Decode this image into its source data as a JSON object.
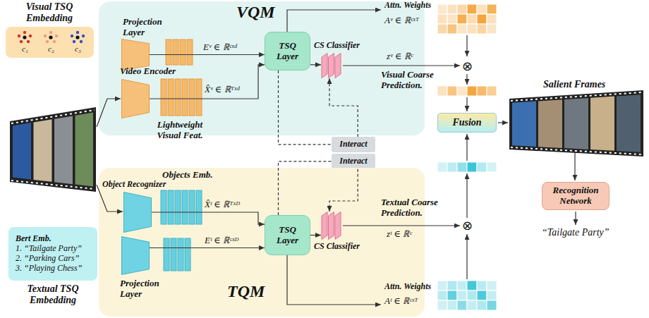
{
  "diagram": {
    "nodes": [
      {
        "text": [
          "VQM"
        ]
      },
      {
        "text": [
          "Visual TSQ Embedding"
        ]
      },
      {
        "text": [
          "Projection Layer"
        ],
        "in": 0
      },
      {
        "text": [
          "Video Encoder"
        ],
        "in": 0
      },
      {
        "text": [
          "TSQ Layer"
        ],
        "in": 0
      },
      {
        "text": [
          "CS Classifier"
        ],
        "in": 0
      },
      {
        "text": [
          "Interact"
        ]
      },
      {
        "text": [
          "Interact"
        ]
      },
      {
        "text": [
          "TQM"
        ]
      },
      {
        "text": [
          "Object Recognizer"
        ],
        "in": 8
      },
      {
        "text": [
          "Bert Emb.",
          "1. “Tailgate Party”",
          "2. “Parking Cars”",
          "3. “Playing Chess”",
          "Textual TSQ Embedding"
        ]
      },
      {
        "text": [
          "Projection Layer"
        ],
        "in": 8
      },
      {
        "text": [
          "TSQ Layer"
        ],
        "in": 8
      },
      {
        "text": [
          "CS Classifier"
        ],
        "in": 8
      },
      {
        "text": [
          "Fusion"
        ]
      },
      {
        "text": [
          "Recognition Network"
        ]
      }
    ],
    "edges": [
      {
        "from": 2,
        "to": 4,
        "arrow": "to",
        "label": "Eᵛ ∈ ℝᶜˣᵈ"
      },
      {
        "from": 3,
        "to": 4,
        "arrow": "to",
        "label": "X̂ᵛ ∈ ℝᵀˣᵈ"
      },
      {
        "from": 4,
        "to": 5,
        "arrow": "to"
      },
      {
        "from": 4,
        "to": 6,
        "arrow": "none"
      },
      {
        "from": 6,
        "to": 5,
        "arrow": "to"
      },
      {
        "from": 12,
        "to": 7,
        "arrow": "none"
      },
      {
        "from": 7,
        "to": 13,
        "arrow": "to"
      },
      {
        "from": 9,
        "to": 12,
        "arrow": "to",
        "label": "X̂ᵗ ∈ ℝᵀˣᴰ"
      },
      {
        "from": 11,
        "to": 12,
        "arrow": "to",
        "label": "Eᵗ ∈ ℝᶜˣᴰ"
      },
      {
        "from": 12,
        "to": 13,
        "arrow": "to"
      }
    ],
    "labels": [
      "c₁",
      "c₂",
      "c₃",
      "Attn. Weights",
      "Aᵛ ∈ ℝᶜˣᵀ",
      "Lightweight Visual Feat.",
      "zᵛ ∈ ℝᶜ",
      "Visual Coarse Prediction.",
      "⊗",
      "Salient Frames",
      "Objects Emb.",
      "Textual Coarse Prediction.",
      "⊗",
      "zᵗ ∈ ℝᶜ",
      "Attn. Weights",
      "Aᵗ ∈ ℝᶜˣᵀ",
      "“Tailgate Party”"
    ]
  }
}
